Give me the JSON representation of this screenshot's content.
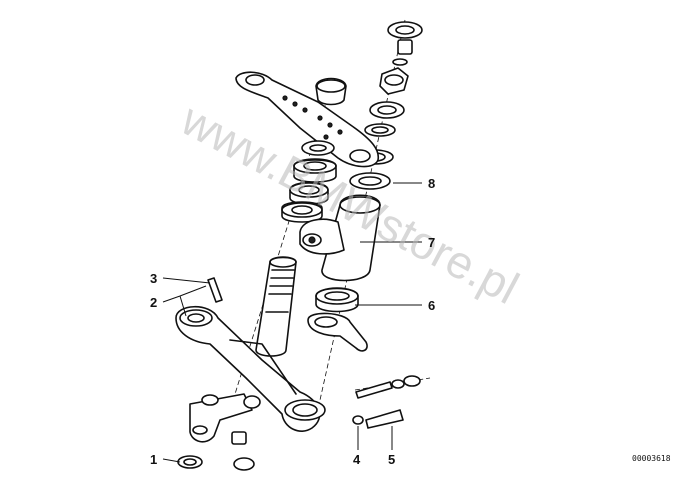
{
  "watermark": "www.BMWstore.pl",
  "diagram_id": "00003618",
  "callouts": {
    "c1": "1",
    "c2": "2",
    "c3": "3",
    "c4": "4",
    "c5": "5",
    "c6": "6",
    "c7": "7",
    "c8": "8"
  }
}
